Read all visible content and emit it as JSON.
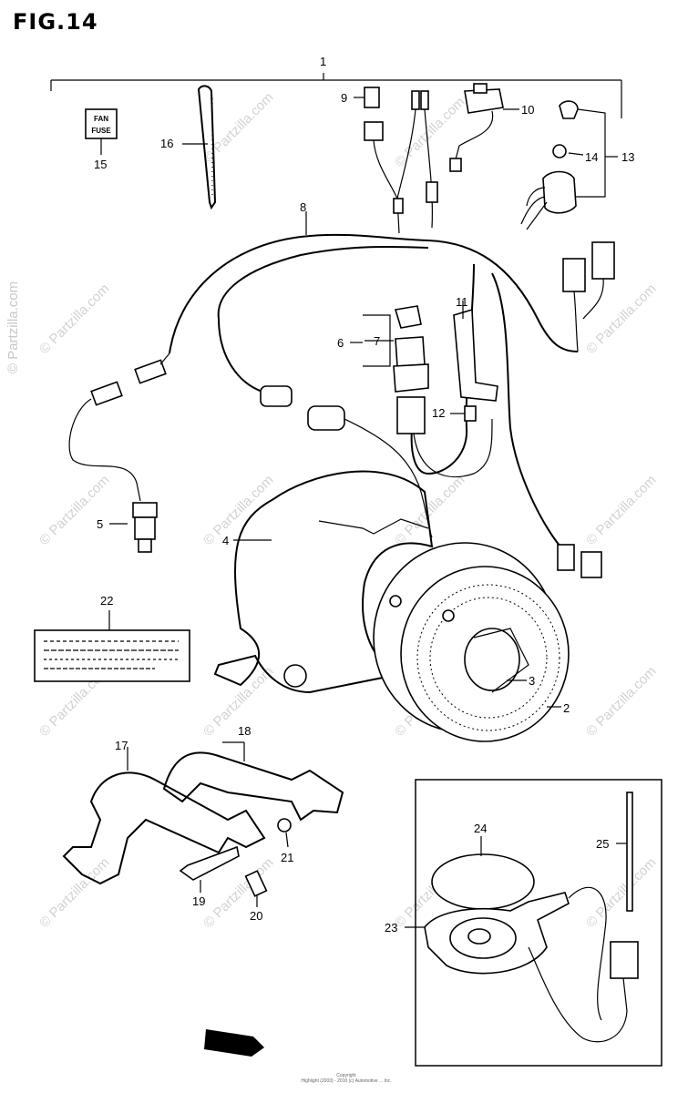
{
  "title": "FIG.14",
  "watermark": "© Partzilla.com",
  "fuse_label": {
    "line1": "FAN",
    "line2": "FUSE"
  },
  "callouts": [
    "1",
    "2",
    "3",
    "4",
    "5",
    "6",
    "7",
    "8",
    "9",
    "10",
    "11",
    "12",
    "13",
    "14",
    "15",
    "16",
    "17",
    "18",
    "19",
    "20",
    "21",
    "22",
    "23",
    "24",
    "25"
  ],
  "footer": {
    "line1": "Copyright",
    "line2": "Highlight (2003) - 2010 (c) Automotive ... Inc."
  }
}
